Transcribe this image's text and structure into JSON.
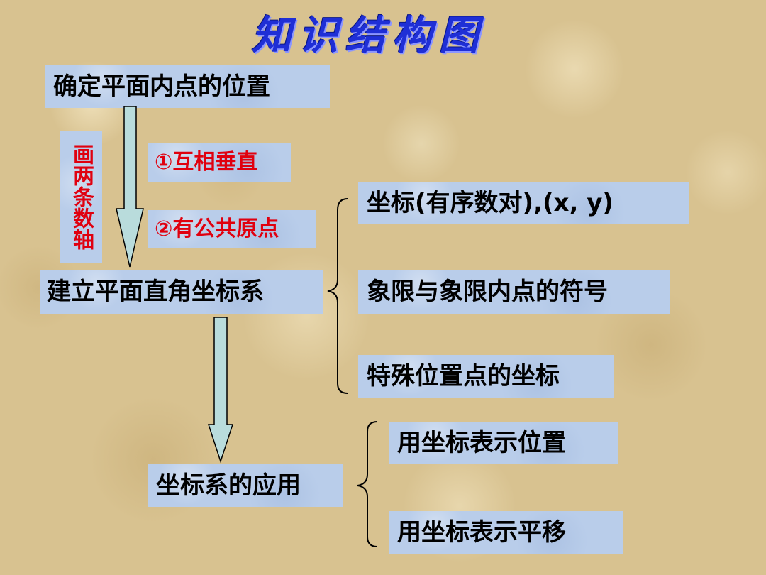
{
  "title": "知识结构图",
  "nodes": {
    "determine_position": "确定平面内点的位置",
    "draw_two_axes": "画两条数轴",
    "perpendicular": "①互相垂直",
    "common_origin": "②有公共原点",
    "establish_system": "建立平面直角坐标系",
    "coordinates": "坐标(有序数对),(x, y)",
    "quadrants": "象限与象限内点的符号",
    "special_points": "特殊位置点的坐标",
    "application": "坐标系的应用",
    "represent_position": "用坐标表示位置",
    "represent_translation": "用坐标表示平移"
  },
  "colors": {
    "title": "#1f2fd6",
    "box_fill": "#b9cdea",
    "red_text": "#e0000f",
    "arrow_fill": "#b9dcdc",
    "background": "#d8c290"
  }
}
